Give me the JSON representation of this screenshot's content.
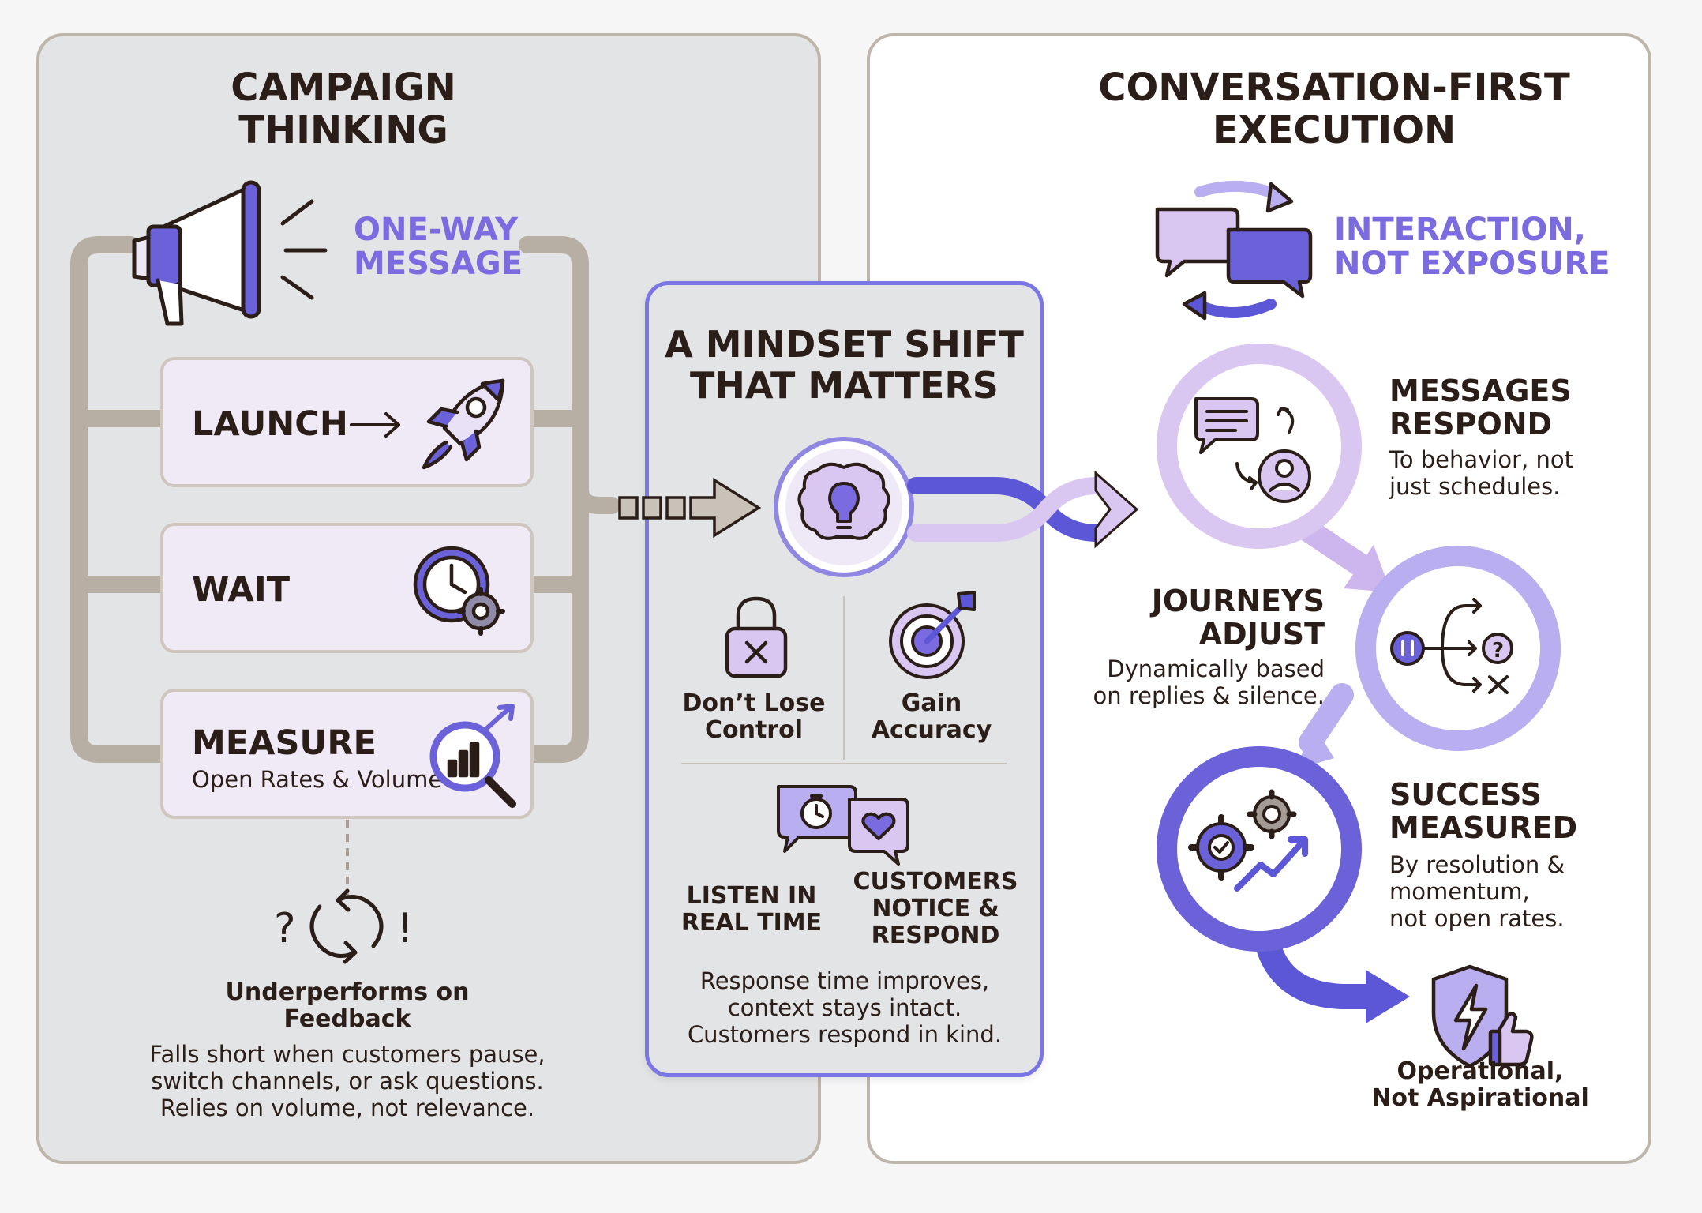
{
  "left": {
    "title": "CAMPAIGN\nTHINKING",
    "one_way": "ONE-WAY\nMESSAGE",
    "steps": [
      {
        "label": "LAUNCH"
      },
      {
        "label": "WAIT"
      },
      {
        "label": "MEASURE",
        "sub": "Open Rates & Volume"
      }
    ],
    "feedback_title": "Underperforms on\nFeedback",
    "feedback_desc": "Falls short when customers pause,\nswitch channels, or ask questions.\nRelies on volume, not relevance."
  },
  "middle": {
    "title": "A MINDSET SHIFT\nTHAT MATTERS",
    "control": "Don’t Lose\nControl",
    "accuracy": "Gain\nAccuracy",
    "listen": "LISTEN IN\nREAL TIME",
    "customers": "CUSTOMERS\nNOTICE &\nRESPOND",
    "footer": "Response time improves,\ncontext stays intact.\nCustomers respond in kind."
  },
  "right": {
    "title": "CONVERSATION-FIRST\nEXECUTION",
    "interaction": "INTERACTION,\nNOT EXPOSURE",
    "messages_title": "MESSAGES\nRESPOND",
    "messages_desc": "To behavior, not\njust schedules.",
    "journeys_title": "JOURNEYS\nADJUST",
    "journeys_desc": "Dynamically based\non replies & silence.",
    "success_title": "SUCCESS\nMEASURED",
    "success_desc": "By resolution &\nmomentum,\nnot open rates.",
    "operational": "Operational,\nNot Aspirational"
  },
  "colors": {
    "accent": "#7a6be0",
    "accent_dark": "#5b57d6",
    "lavender": "#d9c7f2",
    "lavender_light": "#f0eaf7",
    "text": "#2b1d17",
    "gray_connector": "#b7aea4"
  },
  "icons": [
    "megaphone-icon",
    "rocket-icon",
    "arrow-right-icon",
    "clock-gear-icon",
    "magnifier-chart-icon",
    "question-cycle-icon",
    "brain-bulb-icon",
    "lock-icon",
    "target-icon",
    "chat-timer-heart-icon",
    "chat-swap-icon",
    "chat-person-icon",
    "branch-icon",
    "gears-growth-icon",
    "shield-thumb-icon"
  ]
}
